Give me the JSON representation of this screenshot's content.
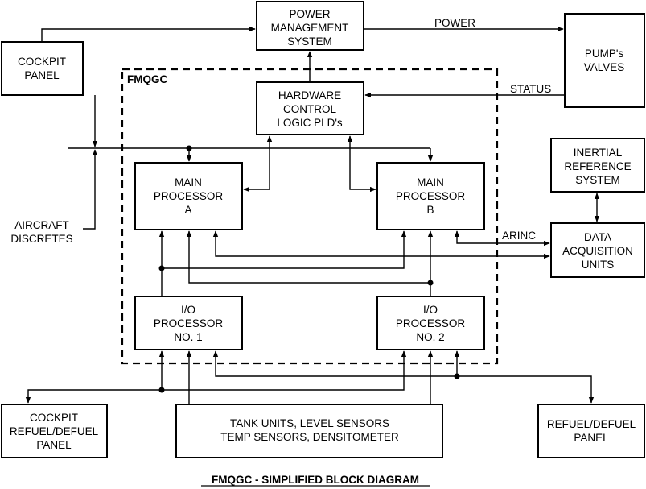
{
  "blocks": {
    "power_management": [
      "POWER",
      "MANAGEMENT",
      "SYSTEM"
    ],
    "cockpit_panel": [
      "COCKPIT",
      "PANEL"
    ],
    "pumps_valves": [
      "PUMP's",
      "VALVES"
    ],
    "hardware_control": [
      "HARDWARE",
      "CONTROL",
      "LOGIC PLD's"
    ],
    "main_processor_a": [
      "MAIN",
      "PROCESSOR",
      "A"
    ],
    "main_processor_b": [
      "MAIN",
      "PROCESSOR",
      "B"
    ],
    "inertial_reference": [
      "INERTIAL",
      "REFERENCE",
      "SYSTEM"
    ],
    "data_acquisition": [
      "DATA",
      "ACQUISITION",
      "UNITS"
    ],
    "io_processor_1": [
      "I/O",
      "PROCESSOR",
      "NO. 1"
    ],
    "io_processor_2": [
      "I/O",
      "PROCESSOR",
      "NO. 2"
    ],
    "cockpit_refuel": [
      "COCKPIT",
      "REFUEL/DEFUEL",
      "PANEL"
    ],
    "tank_units": [
      "TANK UNITS, LEVEL SENSORS",
      "TEMP SENSORS, DENSITOMETER"
    ],
    "refuel_defuel": [
      "REFUEL/DEFUEL",
      "PANEL"
    ]
  },
  "labels": {
    "fmqgc": "FMQGC",
    "power": "POWER",
    "status": "STATUS",
    "arinc": "ARINC",
    "aircraft_discretes": [
      "AIRCRAFT",
      "DISCRETES"
    ]
  },
  "caption": "FMQGC - SIMPLIFIED BLOCK DIAGRAM"
}
